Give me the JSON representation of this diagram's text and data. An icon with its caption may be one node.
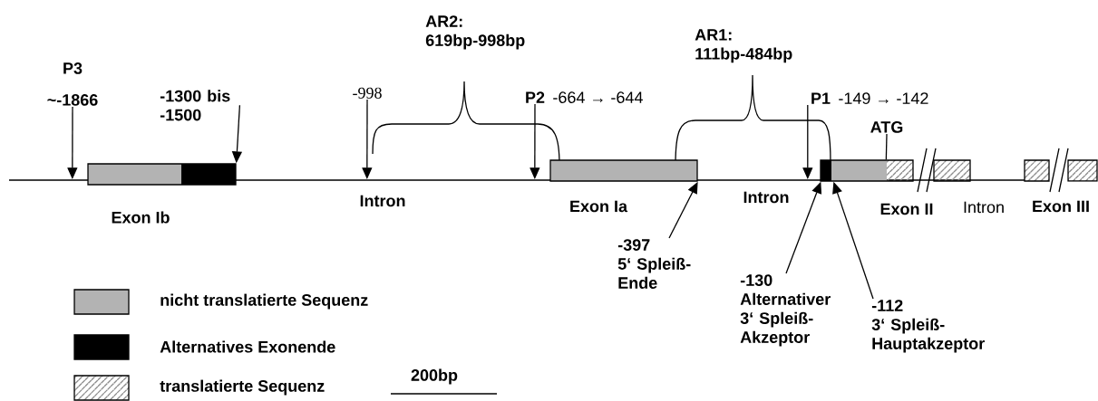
{
  "diagram": {
    "nodes": [
      {
        "text": [
          "P3",
          "~-1866"
        ]
      },
      {
        "text": [
          "Exon Ib"
        ]
      },
      {
        "text": [
          "-1300 bis -1500"
        ]
      },
      {
        "text": [
          "-998"
        ]
      },
      {
        "text": [
          "P2"
        ],
        "beside": [
          "-664 → -644"
        ]
      },
      {
        "text": [
          "Exon Ia"
        ]
      },
      {
        "text": [
          "-397",
          "5‘ Spleiß-Ende"
        ]
      },
      {
        "text": [
          "P1"
        ],
        "beside": [
          "-149 → -142"
        ]
      },
      {
        "text": [
          "ATG"
        ]
      },
      {
        "text": [
          "Exon II"
        ]
      },
      {
        "text": [
          "Exon III"
        ]
      },
      {
        "text": [
          "-130",
          "Alternativer 3‘ Spleiß-Akzeptor"
        ]
      },
      {
        "text": [
          "-112",
          "3‘ Spleiß-Hauptakzeptor"
        ]
      },
      {
        "text": [],
        "shape": "bar"
      }
    ],
    "edges": [
      {
        "from": 0,
        "to": 13,
        "arrow": "to"
      },
      {
        "from": 2,
        "to": 1,
        "arrow": "to"
      },
      {
        "from": 3,
        "to": 13,
        "arrow": "to"
      },
      {
        "from": 4,
        "to": 13,
        "arrow": "to"
      },
      {
        "from": 6,
        "to": 5,
        "arrow": "to"
      },
      {
        "from": 7,
        "to": 13,
        "arrow": "to"
      },
      {
        "from": 8,
        "to": 9,
        "arrow": "none"
      },
      {
        "from": 11,
        "to": 9,
        "arrow": "to"
      },
      {
        "from": 12,
        "to": 9,
        "arrow": "to"
      }
    ],
    "labels": [
      "AR2: 619bp-998bp",
      "AR1: 111bp-484bp",
      "Intron",
      "Intron",
      "Intron",
      "200bp"
    ],
    "legend": [
      {
        "text": "nicht translatierte Sequenz",
        "color": "#b3b3b3"
      },
      {
        "text": "Alternatives Exonende",
        "color": "#000000"
      },
      {
        "text": "translatierte Sequenz"
      }
    ]
  }
}
